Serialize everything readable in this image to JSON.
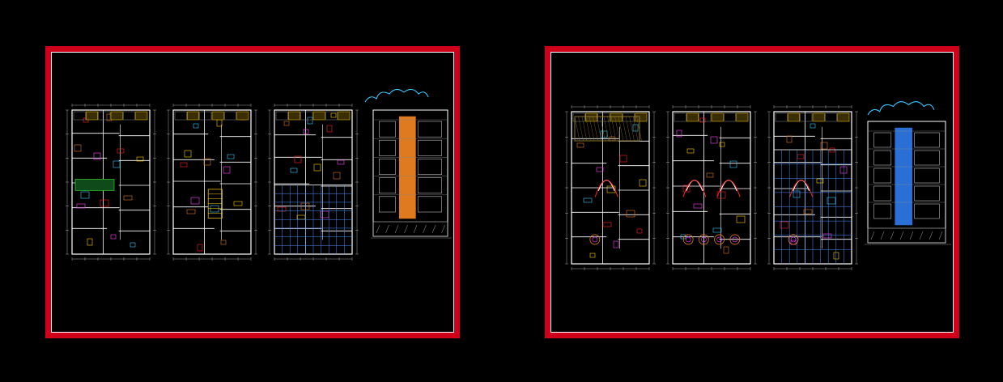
{
  "colors": {
    "frame": "#d0001a",
    "background": "#000000",
    "wall": "#ffffff",
    "accent_yellow": "#ffd000",
    "accent_red": "#ff2020",
    "accent_cyan": "#39c8ff",
    "accent_magenta": "#ff40ff",
    "accent_green": "#2fd12f",
    "accent_orange": "#e07a1f"
  },
  "icons": {
    "cloud": "cloud-icon",
    "grid": "tile-grid-icon"
  },
  "sheets": [
    {
      "id": "left",
      "plans": 3,
      "has_elevation": true,
      "labels": [
        "",
        "",
        "",
        ""
      ]
    },
    {
      "id": "right",
      "plans": 3,
      "has_elevation": true,
      "labels": [
        "",
        "",
        "",
        ""
      ],
      "header": ""
    }
  ]
}
